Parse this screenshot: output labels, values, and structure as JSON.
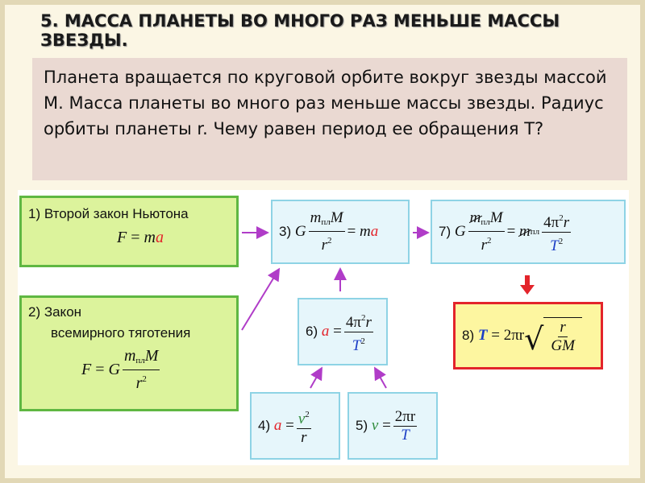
{
  "slide": {
    "title": "5. МАССА ПЛАНЕТЫ ВО МНОГО РАЗ МЕНЬШЕ МАССЫ ЗВЕЗДЫ.",
    "problem": "Планета вращается по круговой орбите вокруг звезды массой М. Масса планеты во много раз меньше массы звезды. Радиус орбиты планеты r. Чему равен период ее обращения Т?"
  },
  "steps": {
    "s1": {
      "label": "1) Второй закон Ньютона",
      "formula_lhs": "F",
      "eq": "=",
      "formula_m": "m",
      "formula_a": "a"
    },
    "s2": {
      "label_line1": "2) Закон",
      "label_line2": "всемирного тяготения",
      "F": "F",
      "eq": "=",
      "G": "G",
      "m": "m",
      "sub": "пл",
      "M": "M",
      "r": "r",
      "pow": "2"
    },
    "s3": {
      "label": "3)",
      "G": "G",
      "m": "m",
      "sub": "пл",
      "M": "M",
      "r": "r",
      "pow": "2",
      "eq": "=",
      "rhs_m": "m",
      "rhs_a": "a"
    },
    "s4": {
      "label": "4)",
      "a": "a",
      "eq": "=",
      "v": "v",
      "pow": "2",
      "r": "r"
    },
    "s5": {
      "label": "5)",
      "v": "v",
      "eq": "=",
      "two_pi_r": "2πr",
      "T": "T"
    },
    "s6": {
      "label": "6)",
      "a": "a",
      "eq": "=",
      "num": "4π",
      "num_pow": "2",
      "num_r": "r",
      "T": "T",
      "T_pow": "2"
    },
    "s7": {
      "label": "7)",
      "G": "G",
      "m": "m",
      "sub": "пл",
      "M": "M",
      "r": "r",
      "pow": "2",
      "eq": "=",
      "rhs_m": "m",
      "rhs_sub": "пл",
      "num": "4π",
      "num_pow": "2",
      "num_r": "r",
      "T": "T",
      "T_pow": "2"
    },
    "s8": {
      "label": "8)",
      "T": "T",
      "eq": "=",
      "two_pi_r": "2πr",
      "rad_num": "r",
      "rad_den": "GM"
    }
  },
  "colors": {
    "red": "#e3242b",
    "blue": "#1d3fc6",
    "green": "#2e8b3a",
    "arrow_magenta": "#b03cc8"
  }
}
